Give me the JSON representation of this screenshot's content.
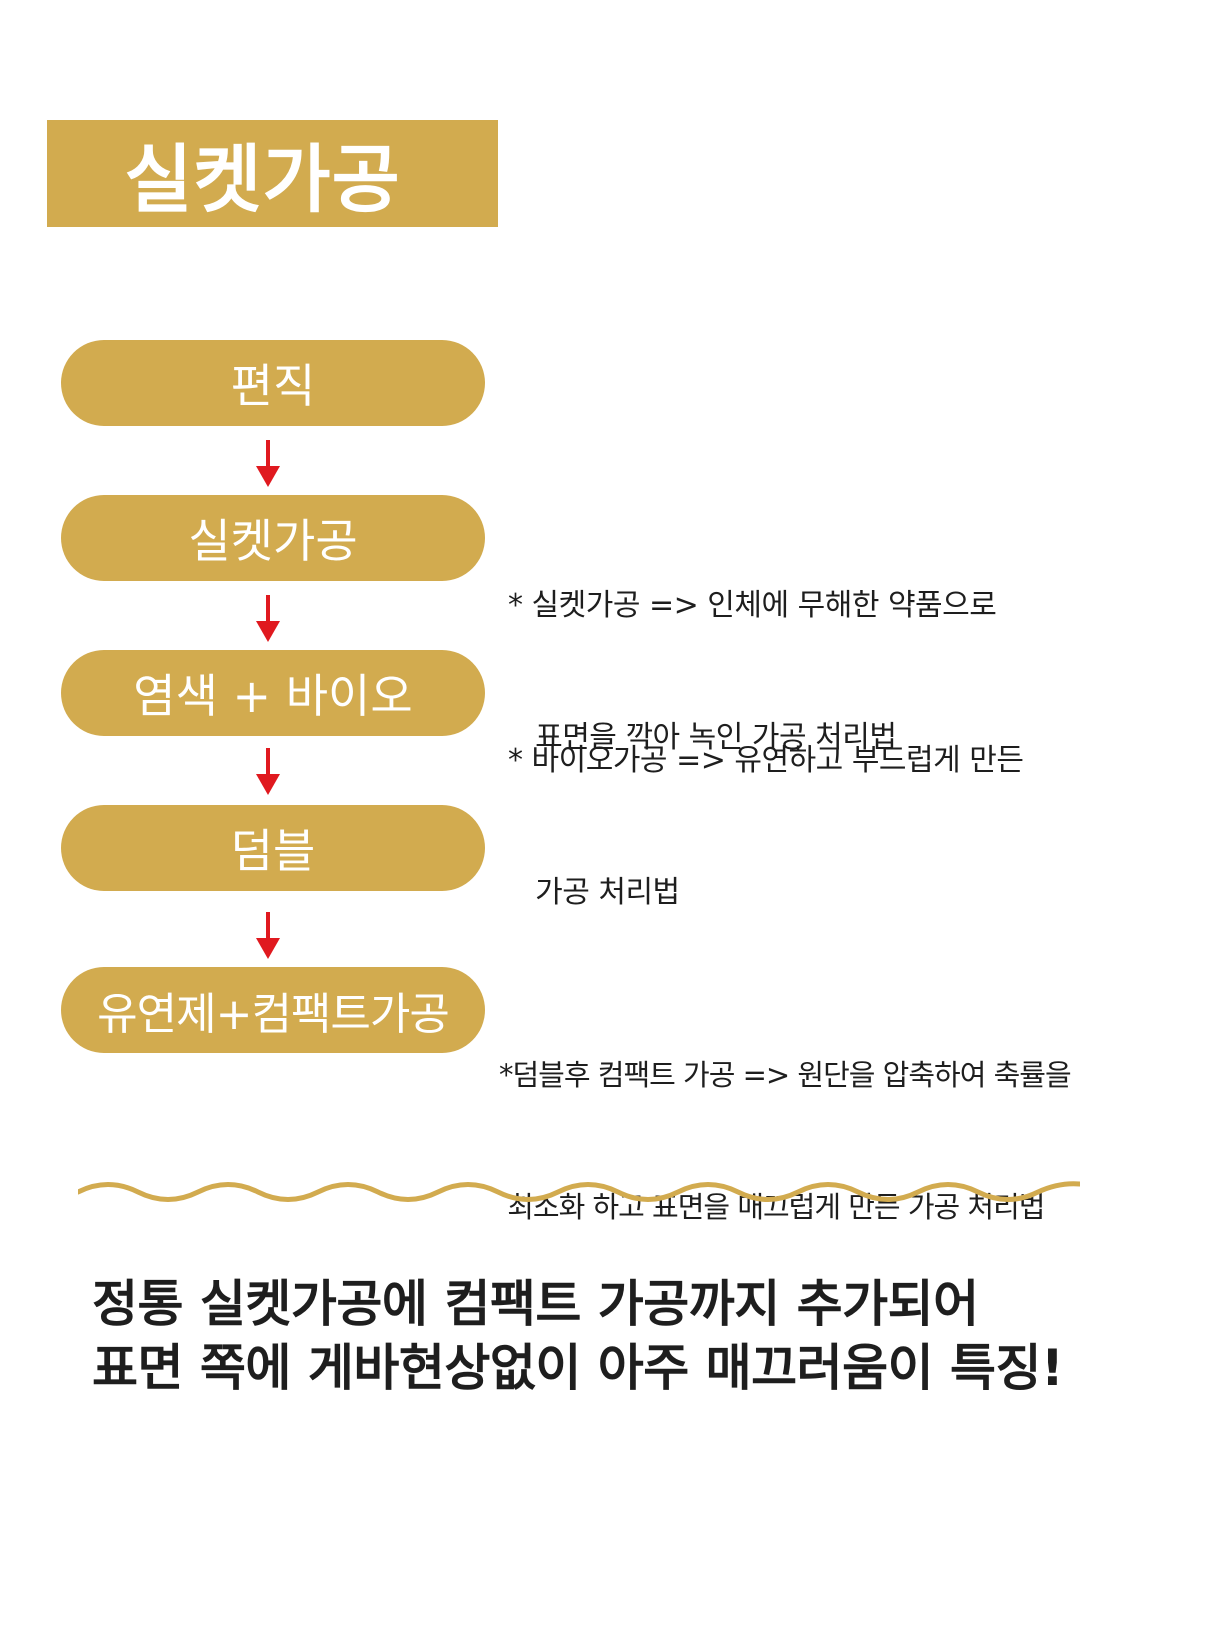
{
  "title": "실켓가공",
  "steps": [
    {
      "label": "편직"
    },
    {
      "label": "실켓가공"
    },
    {
      "label": "염색 + 바이오"
    },
    {
      "label": "덤블"
    },
    {
      "label": "유연제+컴팩트가공"
    }
  ],
  "notes": {
    "silket": {
      "line1": "* 실켓가공 => 인체에 무해한 약품으로",
      "line2": "   표면을 깍아 녹인 가공 처리법"
    },
    "bio": {
      "line1": "* 바이오가공 => 유연하고 부드럽게 만든",
      "line2": "   가공 처리법"
    },
    "compact": {
      "line1": "*덤블후 컴팩트 가공 => 원단을 압축하여 축률을",
      "line2": " 최소화 하고 표면을 매끄럽게 만든 가공 처리법"
    }
  },
  "summary": {
    "line1": "정통 실켓가공에 컴팩트 가공까지 추가되어",
    "line2": "표면 쪽에 게바현상없이 아주 매끄러움이 특징!"
  },
  "colors": {
    "gold": "#d2ab4f",
    "arrow_red": "#e0191f",
    "text": "#1e1e1e"
  }
}
